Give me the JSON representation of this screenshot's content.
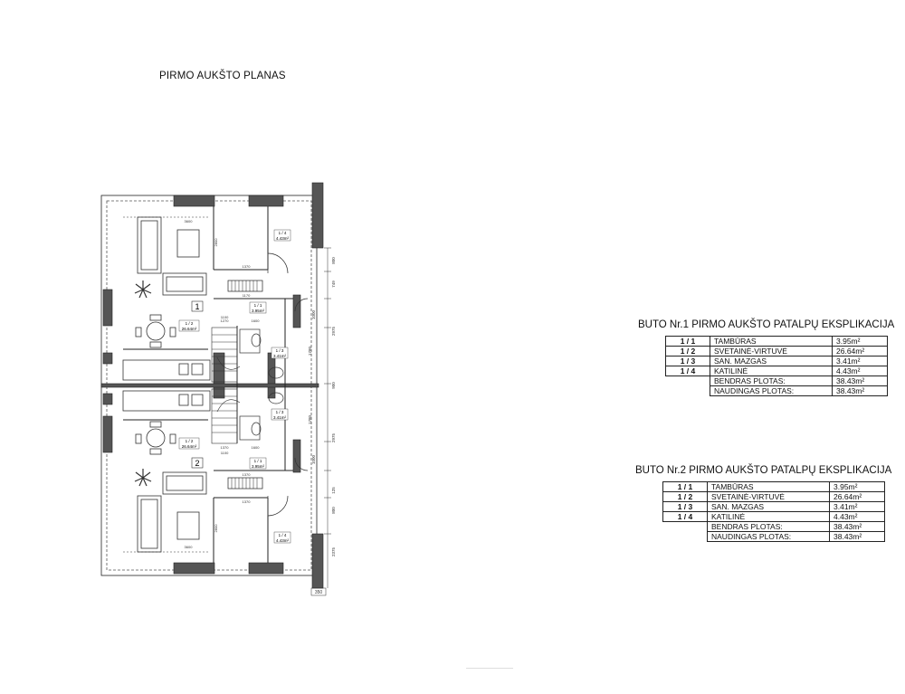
{
  "plan_title": "PIRMO AUKŠTO PLANAS",
  "plan": {
    "apt_marks": [
      "1",
      "2"
    ],
    "room_tags": [
      {
        "id": "1 / 4",
        "area": "4.43m²"
      },
      {
        "id": "1 / 1",
        "area": "3.95m²"
      },
      {
        "id": "1 / 2",
        "area": "26.64m²"
      },
      {
        "id": "1 / 3",
        "area": "3.41m²"
      },
      {
        "id": "1 / 3",
        "area": "3.41m²"
      },
      {
        "id": "1 / 2",
        "area": "26.64m²"
      },
      {
        "id": "1 / 1",
        "area": "3.95m²"
      },
      {
        "id": "1 / 4",
        "area": "4.43m²"
      }
    ],
    "dims_right": [
      "800",
      "749",
      "1000",
      "2975",
      "1780",
      "900",
      "1780",
      "2975",
      "1000",
      "125",
      "800",
      "2375"
    ],
    "dims_inner": [
      "3600",
      "2800",
      "1370",
      "1170",
      "1270",
      "1100",
      "1600",
      "1600",
      "1370",
      "1100",
      "1370",
      "1370",
      "3600",
      "2800"
    ],
    "dim_bottom": "350"
  },
  "explications": [
    {
      "title": "BUTO Nr.1 PIRMO AUKŠTO PATALPŲ EKSPLIKACIJA",
      "rows": [
        {
          "num": "1 / 1",
          "name": "TAMBŪRAS",
          "area": "3.95m²"
        },
        {
          "num": "1 / 2",
          "name": "SVETAINĖ-VIRTUVĖ",
          "area": "26.64m²"
        },
        {
          "num": "1 / 3",
          "name": "SAN. MAZGAS",
          "area": "3.41m²"
        },
        {
          "num": "1 / 4",
          "name": "KATILINĖ",
          "area": "4.43m²"
        }
      ],
      "totals": [
        {
          "label": "BENDRAS PLOTAS:",
          "area": "38.43m²"
        },
        {
          "label": "NAUDINGAS PLOTAS:",
          "area": "38.43m²"
        }
      ]
    },
    {
      "title": "BUTO Nr.2 PIRMO AUKŠTO PATALPŲ EKSPLIKACIJA",
      "rows": [
        {
          "num": "1 / 1",
          "name": "TAMBŪRAS",
          "area": "3.95m²"
        },
        {
          "num": "1 / 2",
          "name": "SVETAINĖ-VIRTUVĖ",
          "area": "26.64m²"
        },
        {
          "num": "1 / 3",
          "name": "SAN. MAZGAS",
          "area": "3.41m²"
        },
        {
          "num": "1 / 4",
          "name": "KATILINĖ",
          "area": "4.43m²"
        }
      ],
      "totals": [
        {
          "label": "BENDRAS PLOTAS:",
          "area": "38.43m²"
        },
        {
          "label": "NAUDINGAS PLOTAS:",
          "area": "38.43m²"
        }
      ]
    }
  ]
}
